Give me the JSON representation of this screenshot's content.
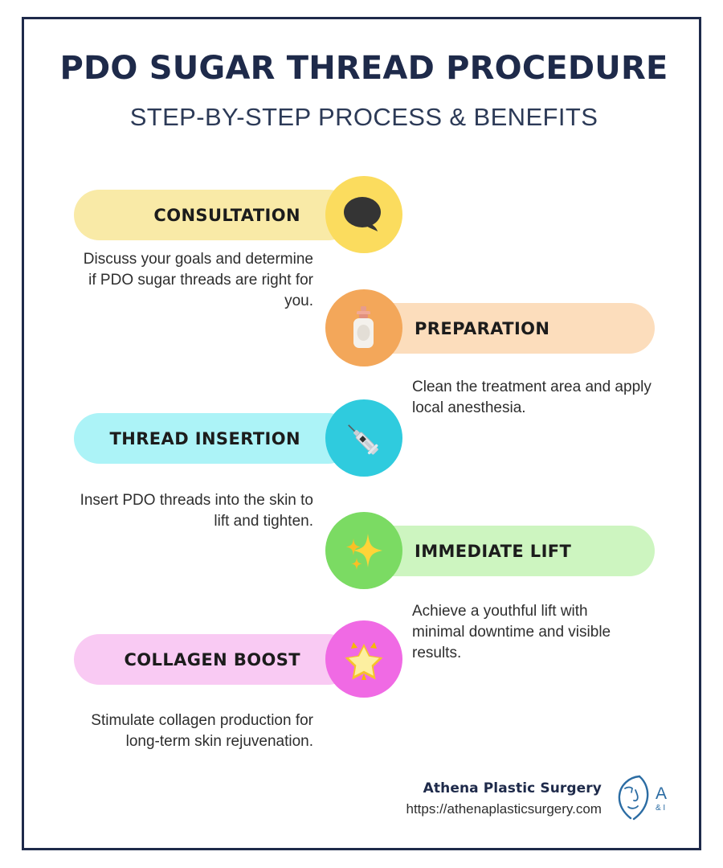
{
  "header": {
    "title": "PDO SUGAR THREAD PROCEDURE",
    "subtitle": "STEP-BY-STEP PROCESS & BENEFITS"
  },
  "colors": {
    "frame_border": "#1e2a4a",
    "title_text": "#1e2a4a",
    "body_text": "#2e2e2e",
    "logo_blue": "#2b6ca3"
  },
  "steps": [
    {
      "label": "CONSULTATION",
      "description": "Discuss your goals and determine if PDO sugar threads are right for you.",
      "icon": "speech-bubble-icon",
      "side": "left",
      "pill_color": "#F9EAA7",
      "circle_color": "#FBDC5E"
    },
    {
      "label": "PREPARATION",
      "description": "Clean the treatment area and apply local anesthesia.",
      "icon": "lotion-bottle-icon",
      "side": "right",
      "pill_color": "#FCDDBC",
      "circle_color": "#F3A košt"
    },
    {
      "label": "THREAD INSERTION",
      "description": "Insert PDO threads into the skin to lift and tighten.",
      "icon": "syringe-icon",
      "side": "left",
      "pill_color": "#ACF3F7",
      "circle_color": "#2FCBDE"
    },
    {
      "label": "IMMEDIATE LIFT",
      "description": "Achieve a youthful lift with minimal downtime and visible results.",
      "icon": "sparkles-icon",
      "side": "right",
      "pill_color": "#CDF5C0",
      "circle_color": "#7BDB63"
    },
    {
      "label": "COLLAGEN BOOST",
      "description": "Stimulate collagen production for long-term skin rejuvenation.",
      "icon": "glowing-star-icon",
      "side": "left",
      "pill_color": "#F9CAF3",
      "circle_color": "#F濃6AE4"
    }
  ],
  "footer": {
    "brand": "Athena Plastic Surgery",
    "website": "https://athenaplasticsurgery.com",
    "logo_letter": "A",
    "logo_subtext": "& I"
  }
}
